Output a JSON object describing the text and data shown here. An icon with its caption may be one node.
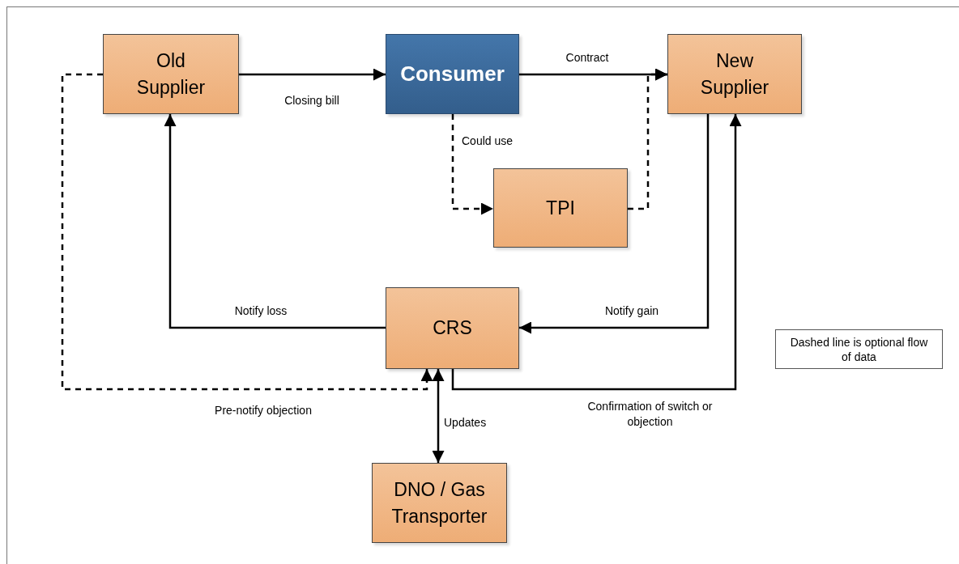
{
  "diagram": {
    "nodes": [
      {
        "text": [
          "Old Supplier"
        ]
      },
      {
        "text": [
          "Consumer"
        ]
      },
      {
        "text": [
          "New Supplier"
        ]
      },
      {
        "text": [
          "TPI"
        ]
      },
      {
        "text": [
          "CRS"
        ]
      },
      {
        "text": [
          "DNO / Gas Transporter"
        ]
      },
      {
        "text": [
          "Dashed line is optional flow of data"
        ]
      }
    ],
    "edges": [
      {
        "from": 0,
        "to": 1,
        "arrow": "to",
        "label": "Closing bill"
      },
      {
        "from": 1,
        "to": 2,
        "arrow": "to",
        "label": "Contract"
      },
      {
        "from": 1,
        "to": 3,
        "arrow": "to",
        "label": "Could use",
        "style": "dashed"
      },
      {
        "from": 3,
        "to": 2,
        "arrow": "to",
        "style": "dashed"
      },
      {
        "from": 2,
        "to": 4,
        "arrow": "to",
        "label": "Notify gain"
      },
      {
        "from": 4,
        "to": 0,
        "arrow": "to",
        "label": "Notify loss"
      },
      {
        "from": 0,
        "to": 4,
        "arrow": "to",
        "label": "Pre-notify objection",
        "style": "dashed"
      },
      {
        "from": 4,
        "to": 2,
        "arrow": "to",
        "label": "Confirmation of switch or objection"
      },
      {
        "from": 4,
        "to": 5,
        "arrow": "both",
        "label": "Updates"
      }
    ]
  }
}
